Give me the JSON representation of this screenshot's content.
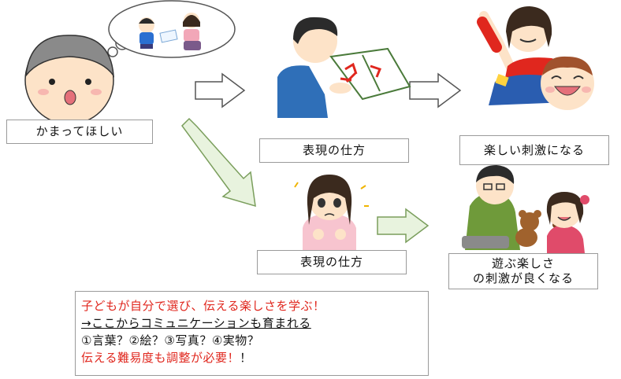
{
  "labels": {
    "want_attention": "かまってほしい",
    "expression_method_top": "表現の仕方",
    "fun_stimulus": "楽しい刺激になる",
    "expression_method_bottom": "表現の仕方",
    "good_stimulus_line1": "遊ぶ楽しさ",
    "good_stimulus_line2": "の刺激が良くなる"
  },
  "note": {
    "line1": "子どもが自分で選び、伝える楽しさを学ぶ！",
    "line2": "→ここからコミュニケーションも育まれる",
    "line3": "①言葉？②絵？③写真？④実物？",
    "line4_red": "伝える難易度も調整が必要！",
    "line4_black": "！"
  },
  "colors": {
    "accent_red": "#e0271e",
    "arrow_green_fill": "#e8f3de",
    "arrow_green_stroke": "#7a9e5c",
    "arrow_outline": "#555555",
    "skin": "#fde3c8",
    "hair_gray": "#8a8a8a",
    "hair_dark": "#2b2b2b"
  }
}
